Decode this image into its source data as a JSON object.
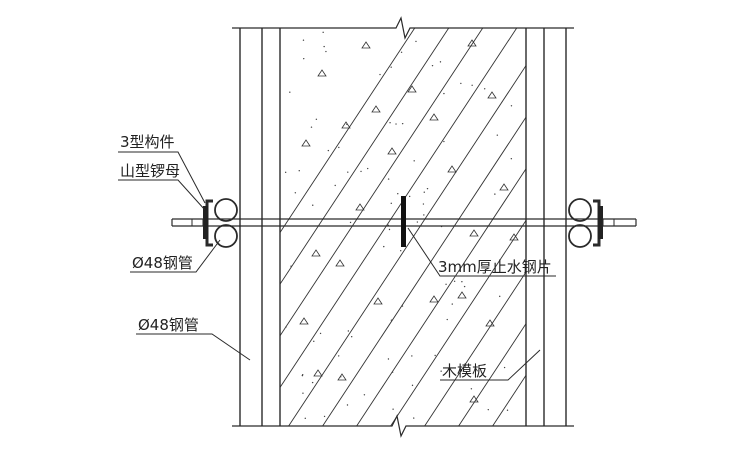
{
  "labels": {
    "type3_component": "3型构件",
    "mountain_nut": "山型锣母",
    "steel_pipe_1": "Ø48钢管",
    "steel_pipe_2": "Ø48钢管",
    "waterstop_plate": "3mm厚止水钢片",
    "wood_formwork": "木模板"
  },
  "colors": {
    "line": "#2a2a2a",
    "background": "#ffffff"
  }
}
